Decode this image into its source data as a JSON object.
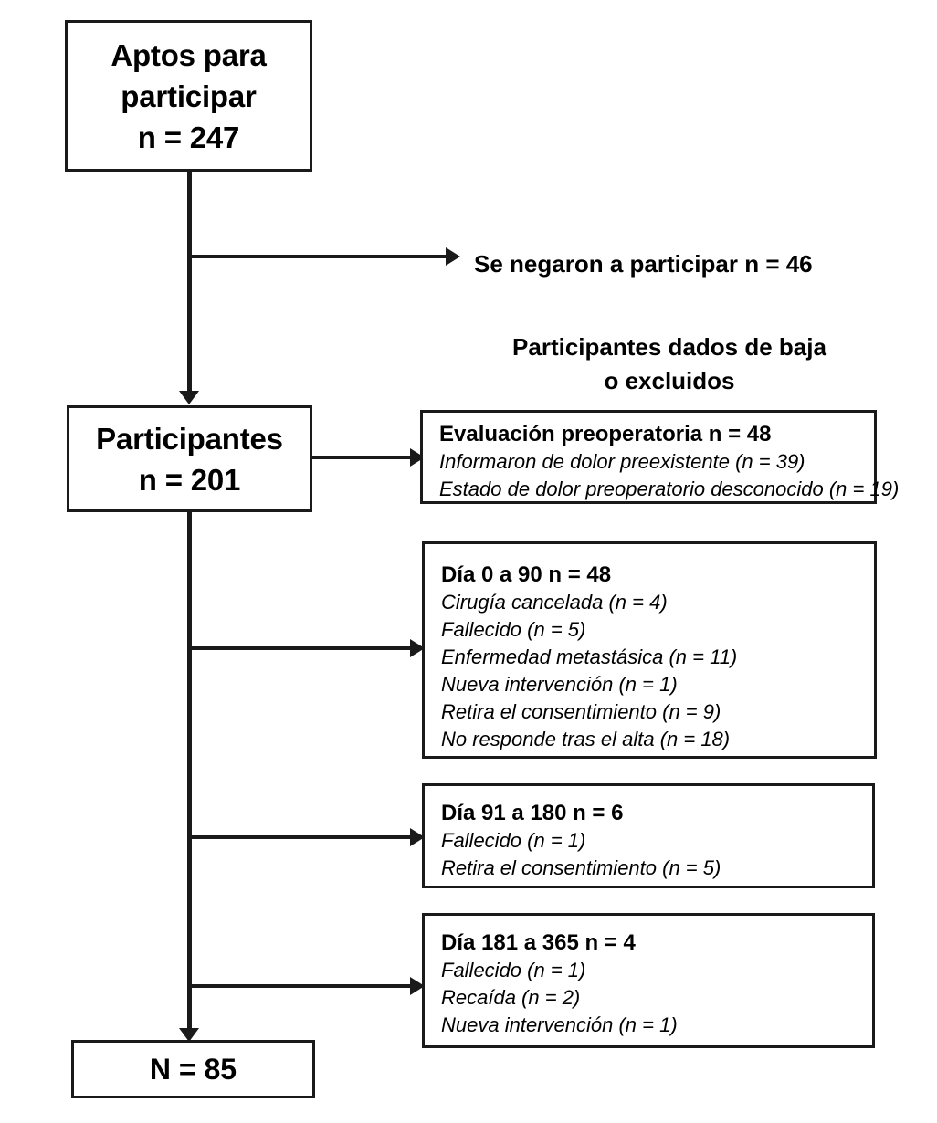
{
  "diagram": {
    "type": "participant-flow-diagram",
    "language": "es",
    "colors": {
      "stroke": "#1a1a1a",
      "background": "#ffffff"
    }
  },
  "nodes": {
    "eligible": {
      "lines": [
        "Aptos para",
        "participar",
        "n = 247"
      ]
    },
    "participants": {
      "lines": [
        "Participantes",
        "n = 201"
      ]
    },
    "final": {
      "label": "N = 85"
    }
  },
  "labels": {
    "refused": "Se negaron a participar n = 46",
    "withdrawn_heading_line1": "Participantes dados de baja",
    "withdrawn_heading_line2": "o excluidos"
  },
  "exclusions": [
    {
      "heading": "Evaluación preoperatoria n = 48",
      "items": [
        "Informaron de dolor preexistente (n = 39)",
        "Estado de dolor preoperatorio desconocido (n = 19)"
      ]
    },
    {
      "heading": "Día 0 a 90 n = 48",
      "items": [
        "Cirugía cancelada (n = 4)",
        "Fallecido (n = 5)",
        "Enfermedad metastásica (n = 11)",
        "Nueva intervención (n = 1)",
        "Retira el consentimiento (n = 9)",
        "No responde tras el alta (n = 18)"
      ]
    },
    {
      "heading": "Día 91 a 180 n = 6",
      "items": [
        "Fallecido (n = 1)",
        "Retira el consentimiento (n = 5)"
      ]
    },
    {
      "heading": "Día 181 a 365 n = 4",
      "items": [
        "Fallecido (n = 1)",
        "Recaída (n = 2)",
        "Nueva intervención (n = 1)"
      ]
    }
  ]
}
